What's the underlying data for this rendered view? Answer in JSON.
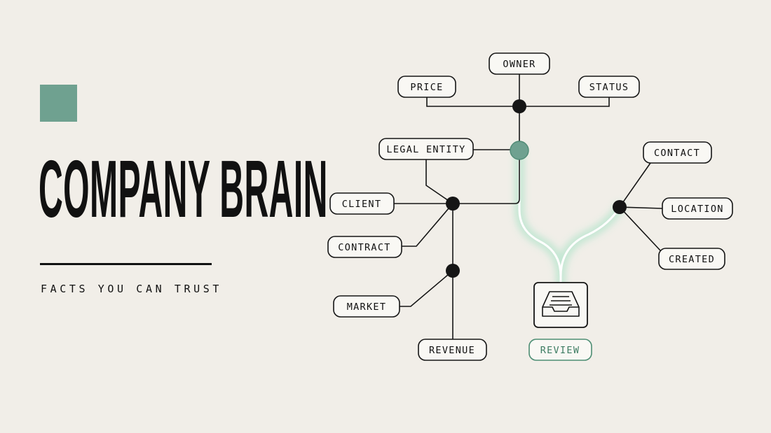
{
  "title": "COMPANY BRAIN",
  "subtitle": "FACTS YOU CAN TRUST",
  "colors": {
    "background": "#f1eee8",
    "accent": "#6fa190",
    "ink": "#111111",
    "glow": "#bfe6d1",
    "review": "#3e7d63"
  },
  "diagram": {
    "labels": {
      "owner": "OWNER",
      "price": "PRICE",
      "status": "STATUS",
      "legal_entity": "LEGAL ENTITY",
      "client": "CLIENT",
      "contract": "CONTRACT",
      "market": "MARKET",
      "revenue": "REVENUE",
      "contact": "CONTACT",
      "location": "LOCATION",
      "created": "CREATED",
      "review": "REVIEW"
    },
    "icons": {
      "review_box": "inbox-tray-icon"
    }
  }
}
